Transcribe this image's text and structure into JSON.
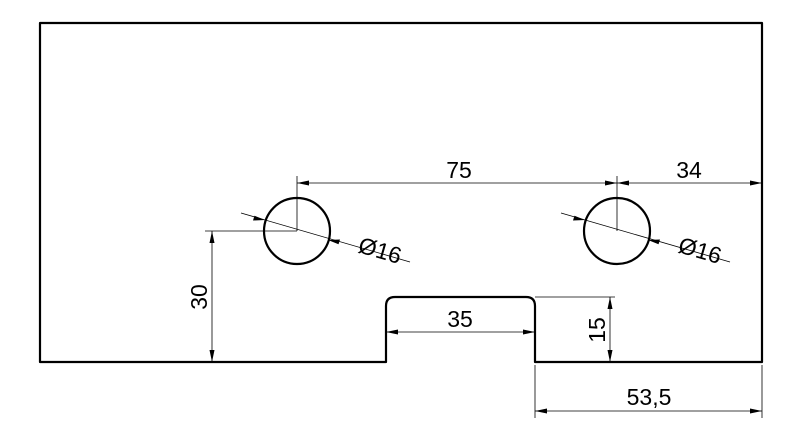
{
  "drawing": {
    "dimensions": {
      "hole_spacing": "75",
      "hole_to_right_edge": "34",
      "hole_left_diameter": "Ø16",
      "hole_right_diameter": "Ø16",
      "hole_height": "30",
      "slot_width": "35",
      "slot_depth": "15",
      "slot_to_right_edge": "53,5"
    }
  }
}
